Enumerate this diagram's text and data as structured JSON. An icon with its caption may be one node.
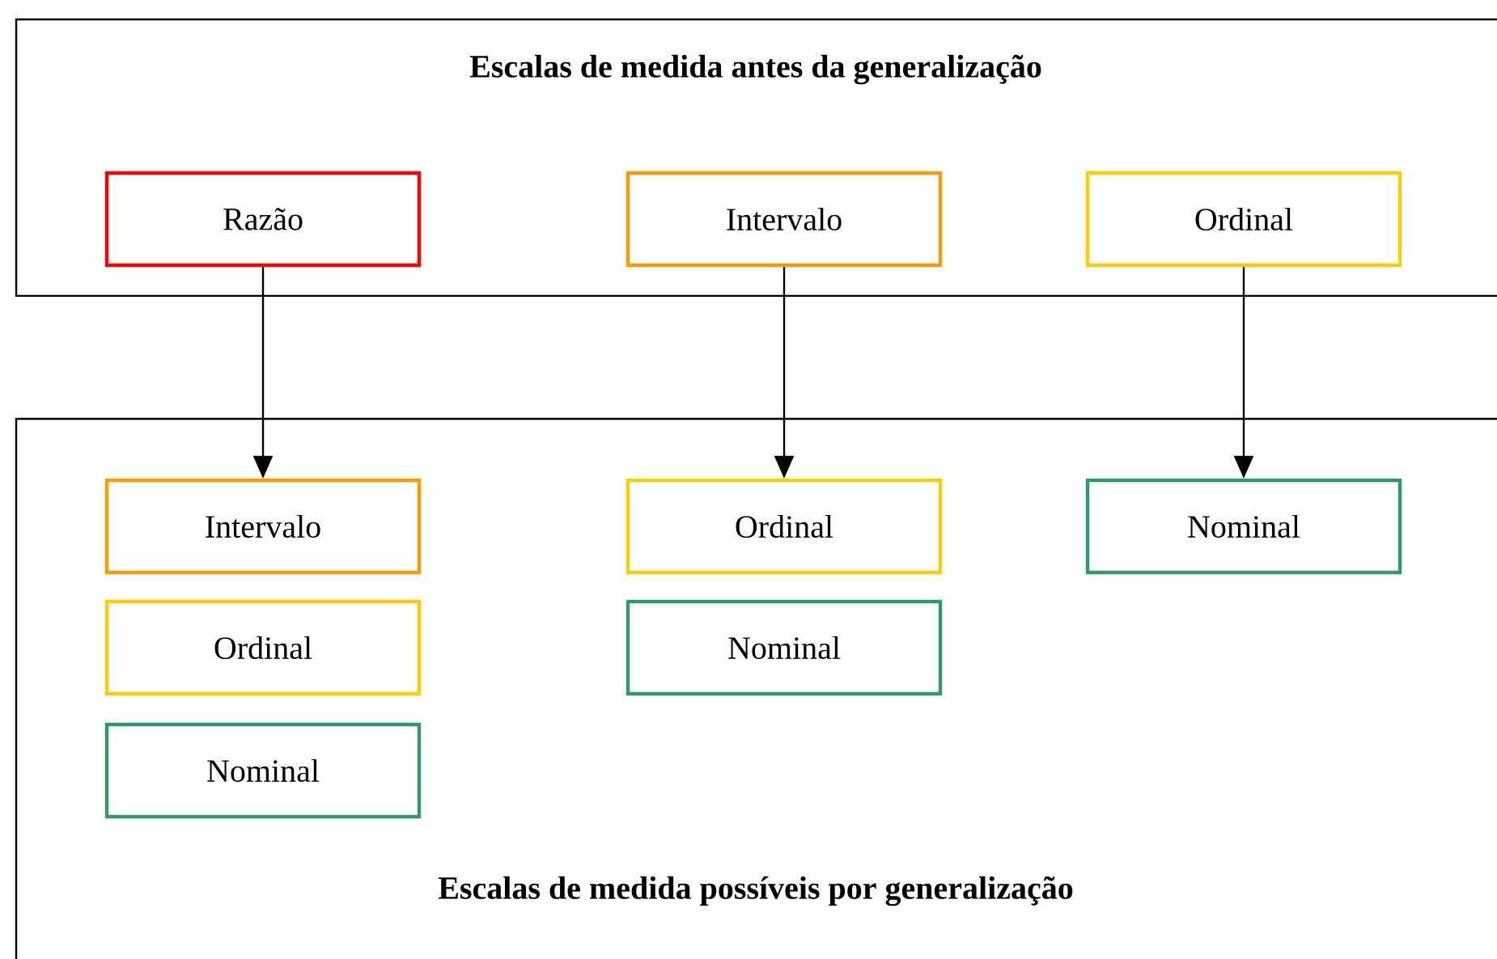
{
  "diagram": {
    "nodes": [
      {
        "text": [
          "Escalas de medida antes da generalização"
        ]
      },
      {
        "text": [
          "Razão"
        ],
        "in": 0
      },
      {
        "text": [
          "Intervalo"
        ],
        "in": 0
      },
      {
        "text": [
          "Ordinal"
        ],
        "in": 0
      },
      {
        "text": [
          "Escalas de medida possíveis por generalização"
        ]
      },
      {
        "text": [
          "Intervalo"
        ],
        "in": 4
      },
      {
        "text": [
          "Ordinal"
        ],
        "in": 4
      },
      {
        "text": [
          "Nominal"
        ],
        "in": 4
      },
      {
        "text": [
          "Ordinal"
        ],
        "in": 4
      },
      {
        "text": [
          "Nominal"
        ],
        "in": 4
      },
      {
        "text": [
          "Nominal"
        ],
        "in": 4
      }
    ],
    "edges": [
      {
        "from": 1,
        "to": 5,
        "arrow": "to"
      },
      {
        "from": 2,
        "to": 8,
        "arrow": "to"
      },
      {
        "from": 3,
        "to": 10,
        "arrow": "to"
      }
    ]
  }
}
